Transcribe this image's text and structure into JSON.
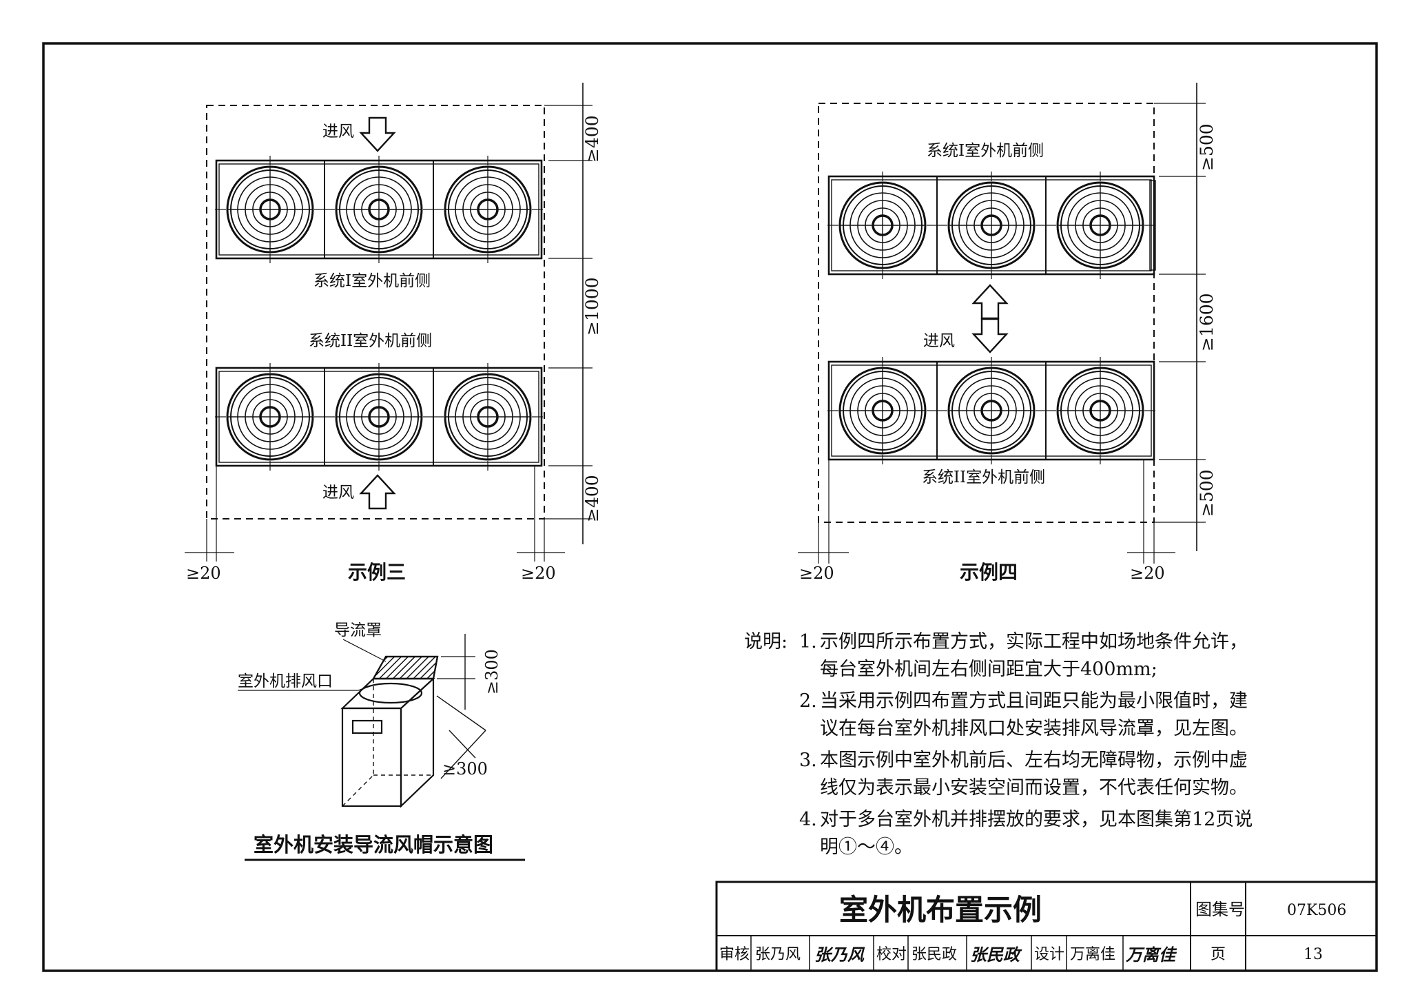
{
  "example3": {
    "caption": "示例三",
    "inlet_top": "进风",
    "inlet_bottom": "进风",
    "system1_front": "系统I室外机前侧",
    "system2_front": "系统II室外机前侧",
    "dim_top": "≥400",
    "dim_middle": "≥1000",
    "dim_bottom": "≥400",
    "side_left": "≥20",
    "side_right": "≥20"
  },
  "example4": {
    "caption": "示例四",
    "system1_front": "系统I室外机前侧",
    "system2_front": "系统II室外机前侧",
    "inlet": "进风",
    "dim_top": "≥500",
    "dim_middle": "≥1600",
    "dim_bottom": "≥500",
    "side_left": "≥20",
    "side_right": "≥20"
  },
  "hood": {
    "title": "室外机安装导流风帽示意图",
    "label_hood": "导流罩",
    "label_outlet": "室外机排风口",
    "dim_height": "≥300",
    "dim_diag": "≥300"
  },
  "notes": {
    "prefix": "说明:",
    "items": [
      {
        "num": "1.",
        "line1": "示例四所示布置方式，实际工程中如场地条件允许，",
        "line2": "每台室外机间左右侧间距宜大于400mm;"
      },
      {
        "num": "2.",
        "line1": "当采用示例四布置方式且间距只能为最小限值时，建",
        "line2": "议在每台室外机排风口处安装排风导流罩，见左图。"
      },
      {
        "num": "3.",
        "line1": "本图示例中室外机前后、左右均无障碍物，示例中虚",
        "line2": "线仅为表示最小安装空间而设置，不代表任何实物。"
      },
      {
        "num": "4.",
        "line1": "对于多台室外机并排摆放的要求，见本图集第12页说",
        "line2": "明①～④。"
      }
    ]
  },
  "titleblock": {
    "title": "室外机布置示例",
    "atlas_label": "图集号",
    "atlas_no": "07K506",
    "review_label": "审核",
    "reviewer": "张乃风",
    "reviewer_sig": "张乃风",
    "check_label": "校对",
    "checker": "张民政",
    "checker_sig": "张民政",
    "design_label": "设计",
    "designer": "万离佳",
    "designer_sig": "万离佳",
    "page_label": "页",
    "page_no": "13"
  }
}
